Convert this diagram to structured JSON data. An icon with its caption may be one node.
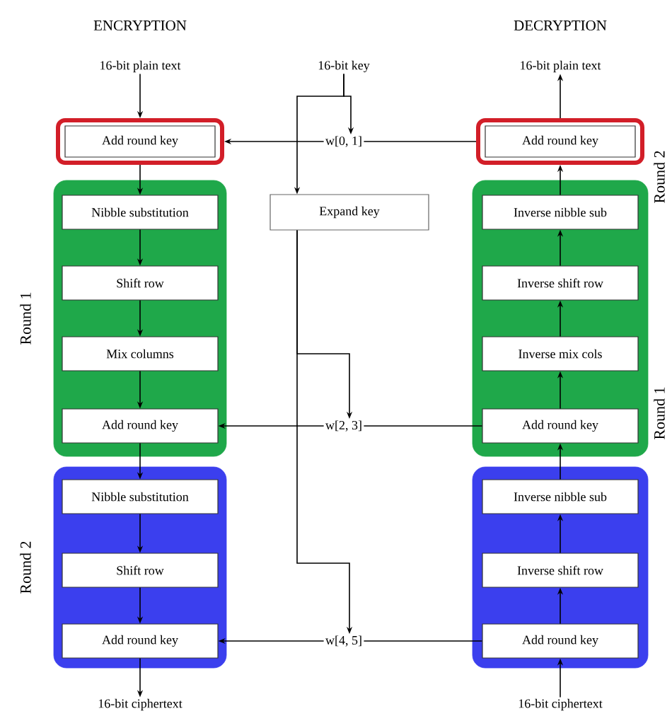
{
  "diagram": {
    "nodes": [
      {
        "text": [
          "16-bit plain text"
        ]
      },
      {
        "text": [
          "Add round key"
        ]
      },
      {
        "text": [
          "Round 1"
        ]
      },
      {
        "text": [
          "Nibble substitution"
        ],
        "in": 2
      },
      {
        "text": [
          "Shift row"
        ],
        "in": 2
      },
      {
        "text": [
          "Mix columns"
        ],
        "in": 2
      },
      {
        "text": [
          "Add round key"
        ],
        "in": 2
      },
      {
        "text": [
          "Round 2"
        ]
      },
      {
        "text": [
          "Nibble substitution"
        ],
        "in": 7
      },
      {
        "text": [
          "Shift row"
        ],
        "in": 7
      },
      {
        "text": [
          "Add round key"
        ],
        "in": 7
      },
      {
        "text": [
          "16-bit ciphertext"
        ]
      },
      {
        "text": [
          "16-bit key"
        ]
      },
      {
        "text": [
          "Expand key"
        ]
      },
      {
        "text": [
          "w[0, 1]"
        ]
      },
      {
        "text": [
          "w[2, 3]"
        ]
      },
      {
        "text": [
          "w[4, 5]"
        ]
      },
      {
        "text": [
          "16-bit plain text"
        ]
      },
      {
        "text": [
          "Add round key"
        ]
      },
      {
        "text": [
          "Round 2"
        ]
      },
      {
        "text": [
          "Inverse nibble sub"
        ],
        "in": 19
      },
      {
        "text": [
          "Inverse shift row"
        ],
        "in": 19
      },
      {
        "text": [
          "Inverse mix cols"
        ],
        "in": 19
      },
      {
        "text": [
          "Add round key"
        ],
        "in": 19
      },
      {
        "text": [
          "Round 1"
        ]
      },
      {
        "text": [
          "Inverse nibble sub"
        ],
        "in": 24
      },
      {
        "text": [
          "Inverse shift row"
        ],
        "in": 24
      },
      {
        "text": [
          "Add round key"
        ],
        "in": 24
      },
      {
        "text": [
          "16-bit ciphertext"
        ]
      }
    ],
    "edges": [
      {
        "from": 0,
        "to": 1,
        "arrow": "to"
      },
      {
        "from": 1,
        "to": 3,
        "arrow": "to"
      },
      {
        "from": 3,
        "to": 4,
        "arrow": "to"
      },
      {
        "from": 4,
        "to": 5,
        "arrow": "to"
      },
      {
        "from": 5,
        "to": 6,
        "arrow": "to"
      },
      {
        "from": 6,
        "to": 8,
        "arrow": "to"
      },
      {
        "from": 8,
        "to": 9,
        "arrow": "to"
      },
      {
        "from": 9,
        "to": 10,
        "arrow": "to"
      },
      {
        "from": 10,
        "to": 11,
        "arrow": "to"
      },
      {
        "from": 28,
        "to": 27,
        "arrow": "to"
      },
      {
        "from": 27,
        "to": 26,
        "arrow": "to"
      },
      {
        "from": 26,
        "to": 25,
        "arrow": "to"
      },
      {
        "from": 25,
        "to": 23,
        "arrow": "to"
      },
      {
        "from": 23,
        "to": 22,
        "arrow": "to"
      },
      {
        "from": 22,
        "to": 21,
        "arrow": "to"
      },
      {
        "from": 21,
        "to": 20,
        "arrow": "to"
      },
      {
        "from": 20,
        "to": 18,
        "arrow": "to"
      },
      {
        "from": 18,
        "to": 17,
        "arrow": "to"
      },
      {
        "from": 12,
        "to": 14,
        "arrow": "to"
      },
      {
        "from": 12,
        "to": 13,
        "arrow": "to"
      },
      {
        "from": 13,
        "to": 15,
        "arrow": "to"
      },
      {
        "from": 13,
        "to": 16,
        "arrow": "to"
      },
      {
        "from": 14,
        "to": 1,
        "arrow": "to"
      },
      {
        "from": 14,
        "to": 18,
        "arrow": "none"
      },
      {
        "from": 15,
        "to": 6,
        "arrow": "to"
      },
      {
        "from": 15,
        "to": 23,
        "arrow": "none"
      },
      {
        "from": 16,
        "to": 10,
        "arrow": "to"
      },
      {
        "from": 16,
        "to": 27,
        "arrow": "none"
      }
    ],
    "labels": [
      "ENCRYPTION",
      "DECRYPTION"
    ]
  }
}
